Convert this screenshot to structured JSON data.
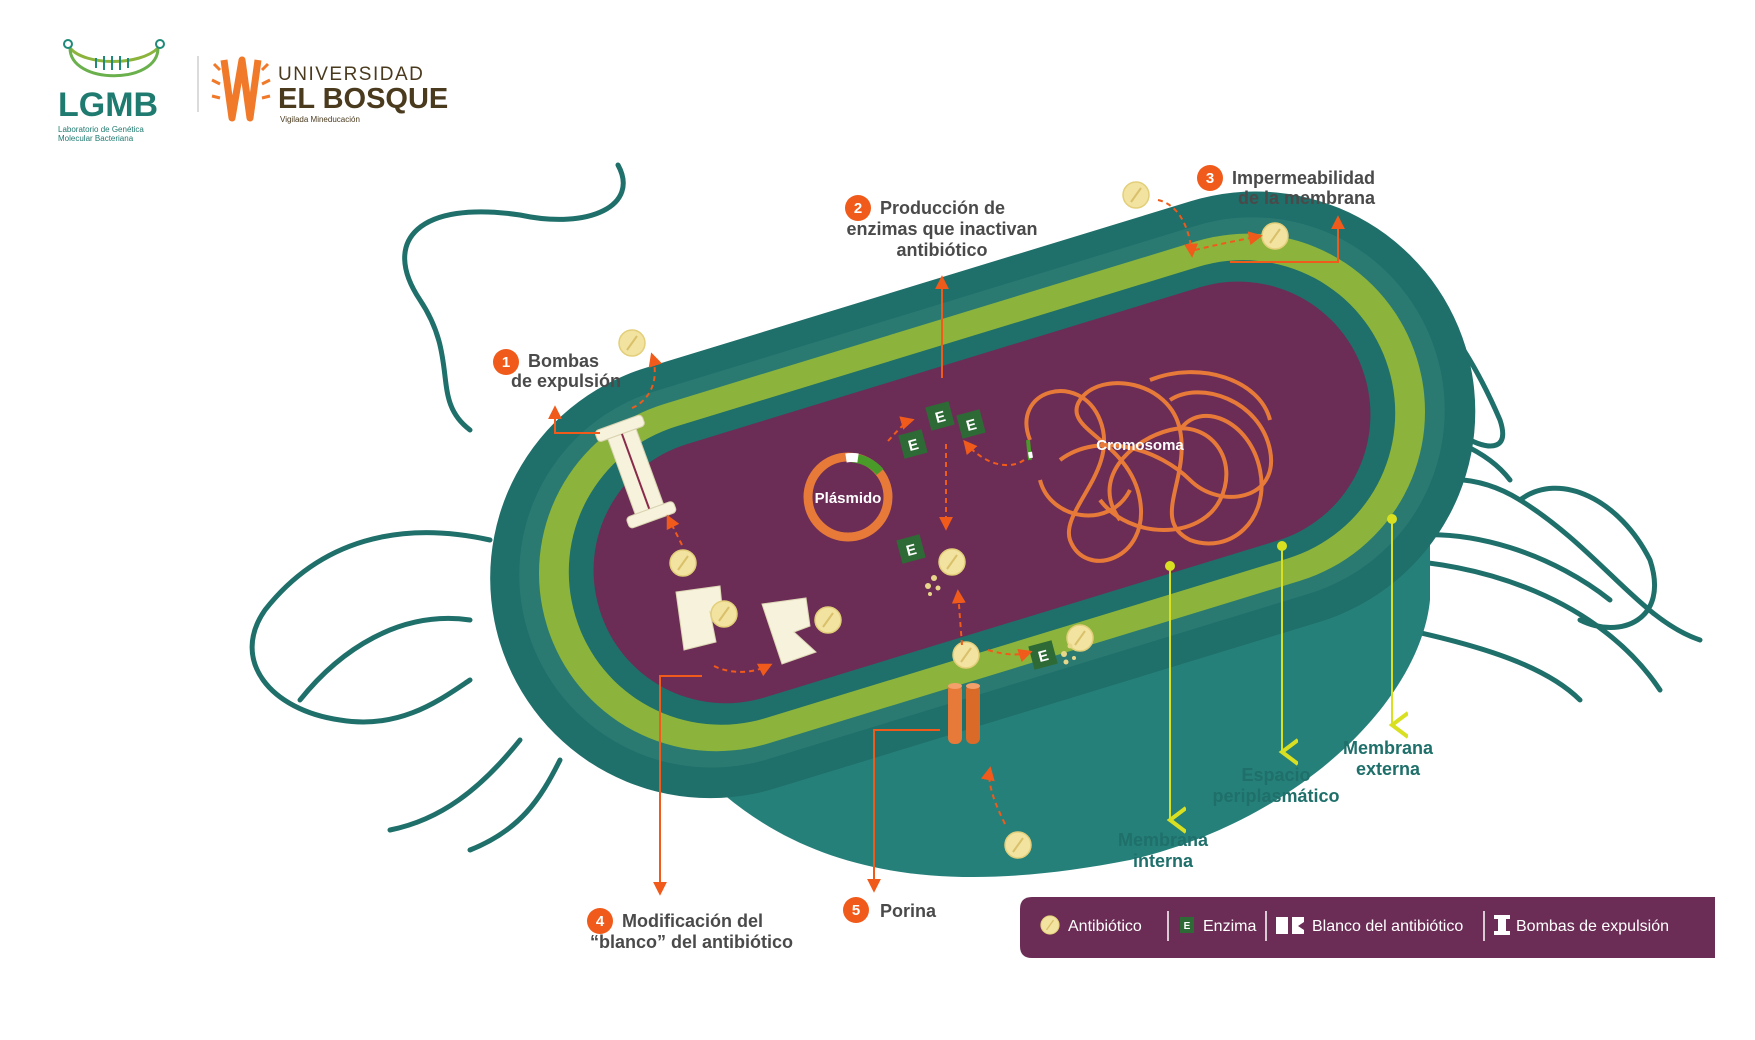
{
  "logos": {
    "lgmb": {
      "name": "LGMB",
      "subtitle_line1": "Laboratorio de Genética",
      "subtitle_line2": "Molecular Bacteriana"
    },
    "bosque": {
      "line1": "UNIVERSIDAD",
      "line2": "EL BOSQUE",
      "line3": "Vigilada Mineducación"
    }
  },
  "mechanisms": [
    {
      "number": "1",
      "line1": "Bombas",
      "line2": "de expulsión"
    },
    {
      "number": "2",
      "line1": "Producción de",
      "line2": "enzimas que inactivan",
      "line3": "antibiótico"
    },
    {
      "number": "3",
      "line1": "Impermeabilidad",
      "line2": "de la membrana"
    },
    {
      "number": "4",
      "line1": "Modificación del",
      "line2": "“blanco” del antibiótico"
    },
    {
      "number": "5",
      "line1": "Porina"
    }
  ],
  "structures": {
    "plasmid": "Plásmido",
    "chromosome": "Cromosoma",
    "inner_membrane": {
      "line1": "Membrana",
      "line2": "interna"
    },
    "periplasmic_space": {
      "line1": "Espacio",
      "line2": "periplasmático"
    },
    "outer_membrane": {
      "line1": "Membrana",
      "line2": "externa"
    },
    "enzyme_letter": "E"
  },
  "legend": {
    "items": [
      "Antibiótico",
      "Enzima",
      "Blanco del antibiótico",
      "Bombas de expulsión"
    ],
    "enzyme_letter": "E"
  },
  "colors": {
    "accent_orange": "#f05a1a",
    "outer_teal": "#1f6f6a",
    "green_layer": "#8cb43c",
    "cytoplasm": "#6b2d55",
    "antibiotic": "#f2e3a0",
    "legend_bg": "#6b2d55",
    "pointer_yellow": "#d9e021"
  }
}
